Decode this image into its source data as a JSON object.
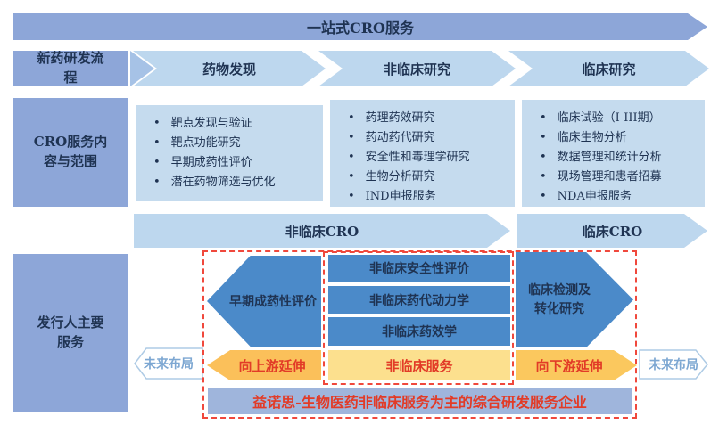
{
  "top_banner": {
    "label": "一站式CRO服务"
  },
  "pipeline": {
    "row_label": "新药研发流程",
    "stages": [
      {
        "label": "药物发现"
      },
      {
        "label": "非临床研究"
      },
      {
        "label": "临床研究"
      }
    ]
  },
  "services": {
    "row_label": "CRO服务内容与范围",
    "columns": [
      {
        "items": [
          "靶点发现与验证",
          "靶点功能研究",
          "早期成药性评价",
          "潜在药物筛选与优化"
        ]
      },
      {
        "items": [
          "药理药效研究",
          "药动药代研究",
          "安全性和毒理学研究",
          "生物分析研究",
          "IND申报服务"
        ]
      },
      {
        "items": [
          "临床试验（I-III期）",
          "临床生物分析",
          "数据管理和统计分析",
          "现场管理和患者招募",
          "NDA申报服务"
        ]
      }
    ]
  },
  "cro_arrows": [
    {
      "label": "非临床CRO"
    },
    {
      "label": "临床CRO"
    }
  ],
  "issuer": {
    "row_label": "发行人主要服务",
    "future_left": "未来布局",
    "future_right": "未来布局",
    "upstream_arrow": "向上游延伸",
    "downstream_arrow": "向下游延伸",
    "early_druggability": "早期成药性评价",
    "nonclinical_items": [
      "非临床安全性评价",
      "非临床药代动力学",
      "非临床药效学"
    ],
    "nonclinical_service": "非临床服务",
    "clinical_translation_line1": "临床检测及",
    "clinical_translation_line2": "转化研究",
    "bottom_banner": "益诺思-生物医药非临床服务为主的综合研发服务企业"
  },
  "colors": {
    "periwinkle": "#8DA6D8",
    "light_band": "#BDD7EE",
    "content_box": "#C5DBEE",
    "dark_blue": "#4B8AC9",
    "yellow_arrow": "#FBC55C",
    "yellow_box": "#FCE08E",
    "red_text": "#E23B27",
    "red_dash": "#F0483C",
    "navy_text": "#1F3352",
    "future_text": "#7DA7D2",
    "bottom_banner_bg": "#9FB5DC",
    "chevron_separator": "#A6C2E6"
  }
}
